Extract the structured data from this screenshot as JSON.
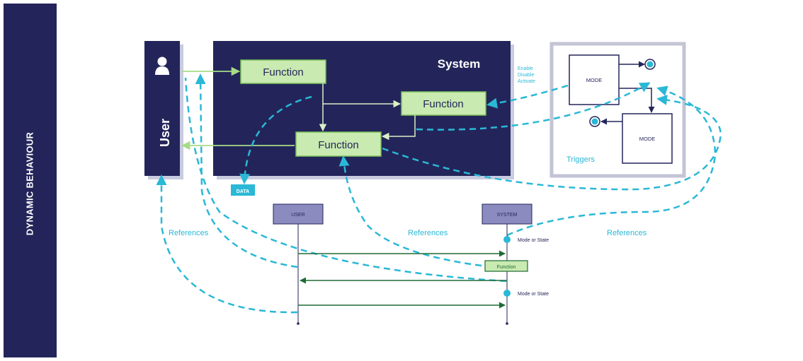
{
  "sidebar": {
    "title": "DYNAMIC BEHAVIOUR"
  },
  "user_panel": {
    "label": "User",
    "icon": "person-icon"
  },
  "system_panel": {
    "title": "System",
    "functions": [
      "Function",
      "Function",
      "Function"
    ]
  },
  "mode_panel": {
    "annotation": [
      "Enable",
      "Disable",
      "Activate"
    ],
    "modes": [
      "MODE",
      "MODE"
    ],
    "triggers_label": "Triggers"
  },
  "data_badge": "DATA",
  "sequence": {
    "user_lifeline": "USER",
    "system_lifeline": "SYSTEM",
    "state_labels": [
      "Mode or State",
      "Mode or State"
    ],
    "function_box": "Function"
  },
  "references_labels": [
    "References",
    "References",
    "References"
  ],
  "colors": {
    "navy": "#23255a",
    "function_fill": "#c9eab0",
    "function_border": "#7cc25a",
    "dashed": "#2ab8d6",
    "green_arrow": "#1e6a36",
    "lifeline_fill": "#8c8bc0"
  }
}
